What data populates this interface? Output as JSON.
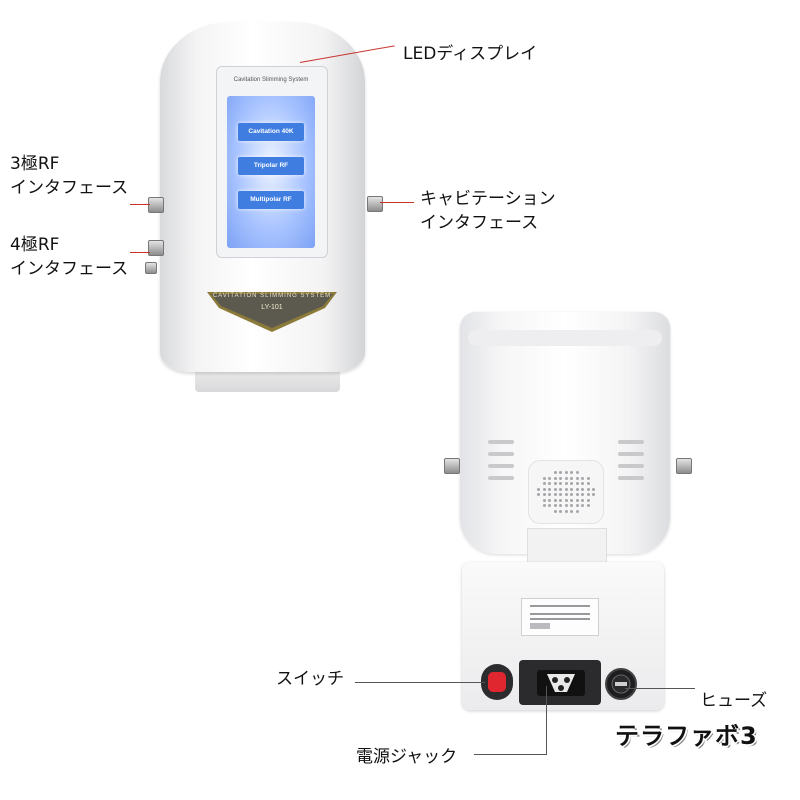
{
  "front_device": {
    "screen_title": "Cavitation Slimming System",
    "screen_buttons": [
      "Cavitation 40K",
      "Tripolar RF",
      "Multipolar RF"
    ],
    "plate_text": "CAVITATION SLIMMING SYSTEM",
    "model": "LY-101"
  },
  "labels": {
    "led_display": "LEDディスプレイ",
    "rf3_line1": "3極RF",
    "rf3_line2": "インタフェース",
    "rf4_line1": "4極RF",
    "rf4_line2": "インタフェース",
    "cavitation_line1": "キャビテーション",
    "cavitation_line2": "インタフェース",
    "switch": "スイッチ",
    "fuse": "ヒューズ",
    "power_jack": "電源ジャック"
  },
  "brand": "テラファボ3",
  "colors": {
    "callout_line": "#c8332c",
    "screen_button": "#3f7de0",
    "switch_red": "#e0262f",
    "plate_gold": "#b9a55a"
  }
}
